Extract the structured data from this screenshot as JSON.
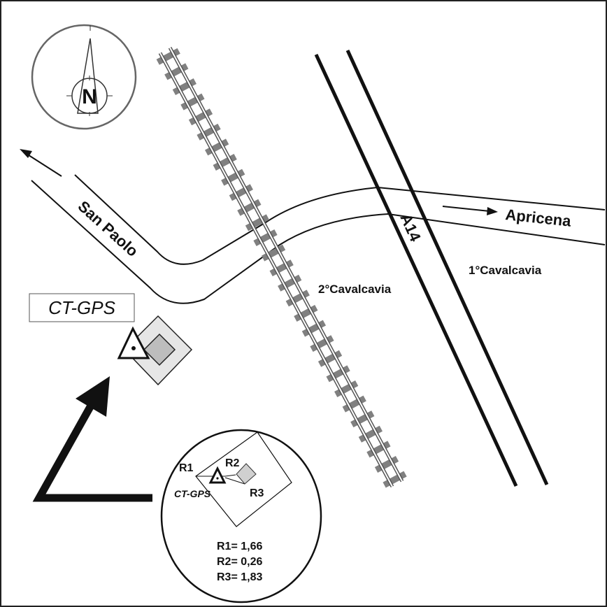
{
  "compass": {
    "letter": "N"
  },
  "roads": {
    "west": "San Paolo",
    "east": "Apricena",
    "highway": "A14"
  },
  "bridges": {
    "first": "1°Cavalcavia",
    "second": "2°Cavalcavia"
  },
  "station": {
    "label": "CT-GPS"
  },
  "inset": {
    "labels": [
      "R1",
      "R2",
      "R3"
    ],
    "station": "CT-GPS",
    "values": [
      "R1= 1,66",
      "R2= 0,26",
      "R3= 1,83"
    ]
  },
  "colors": {
    "line": "#111111",
    "rail_sleeper": "#808080",
    "building": "#d9d9d9",
    "compass": "#666666"
  }
}
